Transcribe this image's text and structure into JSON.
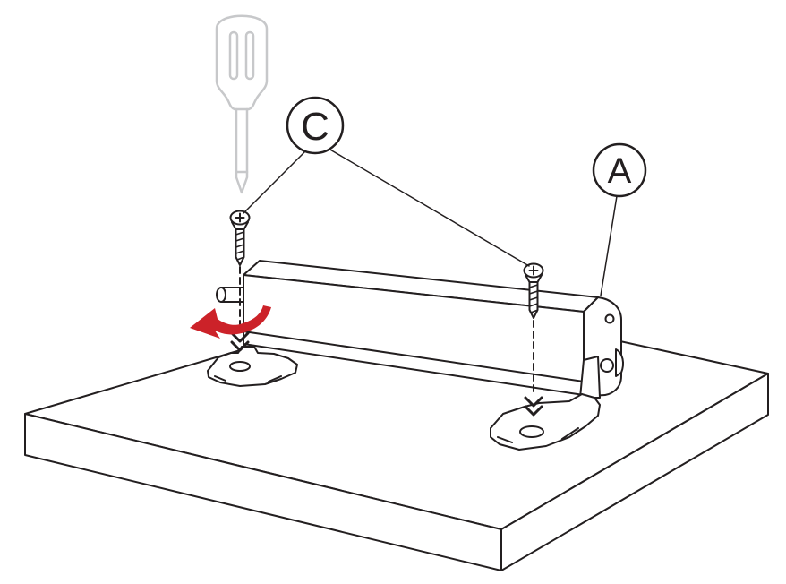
{
  "diagram": {
    "kind": "stand-assembly-instruction-step",
    "callouts": [
      {
        "label": "C"
      },
      {
        "label": "A"
      }
    ],
    "colors": {
      "line": "#231f20",
      "accent_red": "#cc2229",
      "tool_gray": "#c7c8ca",
      "background": "#ffffff"
    },
    "icons": [
      "screwdriver-icon",
      "screw-icon",
      "rotation-arrow-icon",
      "insert-direction-arrows-icon",
      "callout-circle"
    ]
  }
}
